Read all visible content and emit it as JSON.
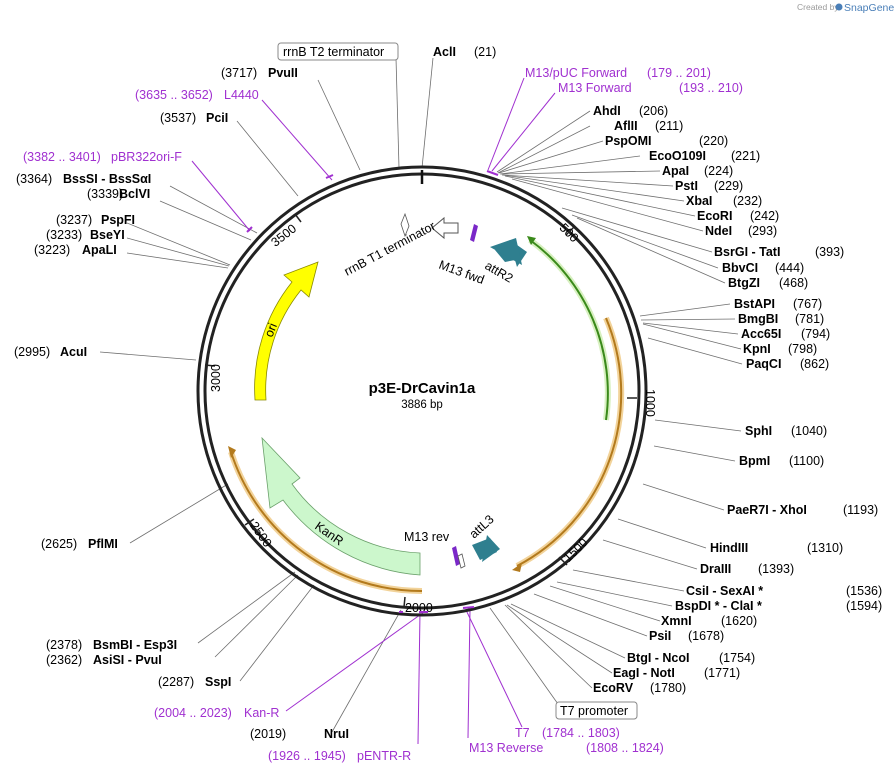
{
  "credit": {
    "prefix": "Created by",
    "brand": "SnapGene"
  },
  "plasmid": {
    "name": "p3E-DrCavin1a",
    "length_label": "3886 bp"
  },
  "ticks": [
    "500",
    "1000",
    "1500",
    "2000",
    "2500",
    "3000",
    "3500"
  ],
  "features": {
    "ori": "ori",
    "kanr": "KanR",
    "attr2": "attR2",
    "attl3": "attL3",
    "m13fwd": "M13 fwd",
    "m13rev": "M13 rev",
    "rrnbt1": "rrnB T1 terminator",
    "rrnbt2": "rrnB T2 terminator",
    "t7promoter": "T7 promoter"
  },
  "enzymes_top": [
    {
      "name": "AclI",
      "pos": "(21)"
    }
  ],
  "enzymes_right": [
    {
      "name": "AhdI",
      "pos": "(206)"
    },
    {
      "name": "AflII",
      "pos": "(211)"
    },
    {
      "name": "PspOMI",
      "pos": "(220)"
    },
    {
      "name": "EcoO109I",
      "pos": "(221)"
    },
    {
      "name": "ApaI",
      "pos": "(224)"
    },
    {
      "name": "PstI",
      "pos": "(229)"
    },
    {
      "name": "XbaI",
      "pos": "(232)"
    },
    {
      "name": "EcoRI",
      "pos": "(242)"
    },
    {
      "name": "NdeI",
      "pos": "(293)"
    },
    {
      "name": "BsrGI - TatI",
      "pos": "(393)"
    },
    {
      "name": "BbvCI",
      "pos": "(444)"
    },
    {
      "name": "BtgZI",
      "pos": "(468)"
    },
    {
      "name": "BstAPI",
      "pos": "(767)"
    },
    {
      "name": "BmgBI",
      "pos": "(781)"
    },
    {
      "name": "Acc65I",
      "pos": "(794)"
    },
    {
      "name": "KpnI",
      "pos": "(798)"
    },
    {
      "name": "PaqCI",
      "pos": "(862)"
    },
    {
      "name": "SphI",
      "pos": "(1040)"
    },
    {
      "name": "BpmI",
      "pos": "(1100)"
    },
    {
      "name": "PaeR7I - XhoI",
      "pos": "(1193)"
    },
    {
      "name": "HindIII",
      "pos": "(1310)"
    },
    {
      "name": "DraIII",
      "pos": "(1393)"
    },
    {
      "name": "CsiI - SexAI *",
      "pos": "(1536)"
    },
    {
      "name": "BspDI * - ClaI *",
      "pos": "(1594)"
    },
    {
      "name": "XmnI",
      "pos": "(1620)"
    },
    {
      "name": "PsiI",
      "pos": "(1678)"
    },
    {
      "name": "BtgI - NcoI",
      "pos": "(1754)"
    },
    {
      "name": "EagI - NotI",
      "pos": "(1771)"
    },
    {
      "name": "EcoRV",
      "pos": "(1780)"
    }
  ],
  "enzymes_left": [
    {
      "name": "PvuII",
      "pos": "(3717)"
    },
    {
      "name": "PciI",
      "pos": "(3537)"
    },
    {
      "name": "BssSI - BssSαI",
      "pos": "(3364)"
    },
    {
      "name": "BclVI",
      "pos": "(3339)"
    },
    {
      "name": "PspFI",
      "pos": "(3237)"
    },
    {
      "name": "BseYI",
      "pos": "(3233)"
    },
    {
      "name": "ApaLI",
      "pos": "(3223)"
    },
    {
      "name": "AcuI",
      "pos": "(2995)"
    },
    {
      "name": "PflMI",
      "pos": "(2625)"
    },
    {
      "name": "BsmBI - Esp3I",
      "pos": "(2378)"
    },
    {
      "name": "AsiSI - PvuI",
      "pos": "(2362)"
    },
    {
      "name": "SspI",
      "pos": "(2287)"
    },
    {
      "name": "NruI",
      "pos": "(2019)"
    }
  ],
  "primers": [
    {
      "name": "M13/pUC Forward",
      "range": "(179 .. 201)"
    },
    {
      "name": "M13 Forward",
      "range": "(193 .. 210)"
    },
    {
      "name": "L4440",
      "range": "(3635 .. 3652)"
    },
    {
      "name": "pBR322ori-F",
      "range": "(3382 .. 3401)"
    },
    {
      "name": "Kan-R",
      "range": "(2004 .. 2023)"
    },
    {
      "name": "pENTR-R",
      "range": "(1926 .. 1945)"
    },
    {
      "name": "T7",
      "range": "(1784 .. 1803)"
    },
    {
      "name": "M13 Reverse",
      "range": "(1808 .. 1824)"
    }
  ]
}
